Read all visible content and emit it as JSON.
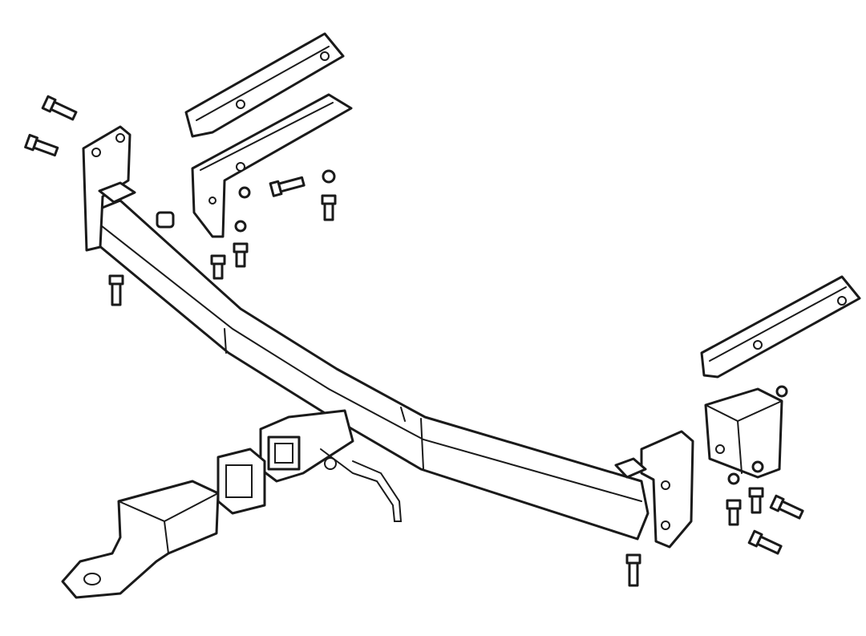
{
  "diagram": {
    "colors": {
      "line": "#1a1a1a",
      "background": "#ffffff"
    },
    "parts": [
      "main-crossbar",
      "left-end-plate",
      "right-end-plate",
      "left-rail-bracket-upper",
      "left-rail-bracket-lower",
      "right-rail-bracket",
      "right-spacer-block",
      "receiver-tube",
      "receiver-collar",
      "ball-mount",
      "safety-chain-loop",
      "bolts",
      "nuts",
      "spacer"
    ]
  }
}
